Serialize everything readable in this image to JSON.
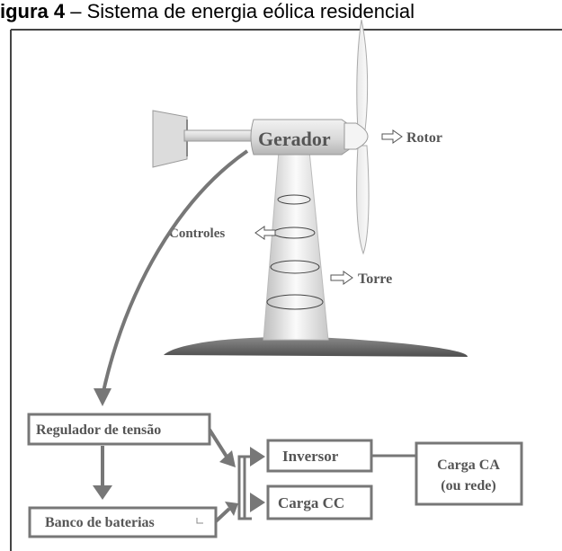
{
  "caption": {
    "number": "igura 4",
    "separator": " – ",
    "title": "Sistema de energia eólica residencial"
  },
  "turbine": {
    "generator_label": "Gerador",
    "rotor_label": "Rotor",
    "controls_label": "Controles",
    "tower_label": "Torre"
  },
  "flow": {
    "voltage_regulator": "Regulador de tensão",
    "battery_bank": "Banco de baterias",
    "inverter": "Inversor",
    "dc_load": "Carga CC",
    "ac_load_line1": "Carga CA",
    "ac_load_line2": "(ou rede)"
  },
  "colors": {
    "box_stroke": "#777777",
    "arrow": "#777777",
    "ground": "#666666"
  }
}
